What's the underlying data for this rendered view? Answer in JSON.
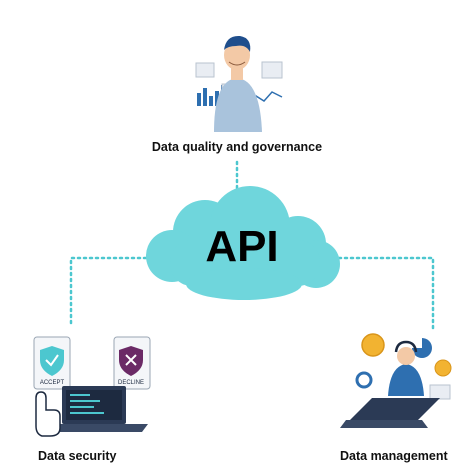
{
  "center": {
    "label": "API",
    "color": "#6fd6dc"
  },
  "nodes": {
    "top": {
      "label": "Data quality and governance"
    },
    "left": {
      "label": "Data security",
      "accept_label": "ACCEPT",
      "decline_label": "DECLINE"
    },
    "right": {
      "label": "Data management"
    }
  },
  "colors": {
    "connector": "#4cc7cf",
    "accent_blue": "#2e6fb0",
    "accept_green": "#3ca56a",
    "decline_purple": "#6b2a66",
    "coin_gold": "#f2b331"
  },
  "icons": [
    "analyst-person-icon",
    "bar-chart-icon",
    "accept-shield-icon",
    "decline-shield-icon",
    "laptop-icon",
    "pointing-hand-icon",
    "support-agent-icon",
    "bitcoin-coin-icon",
    "pie-chart-icon"
  ]
}
